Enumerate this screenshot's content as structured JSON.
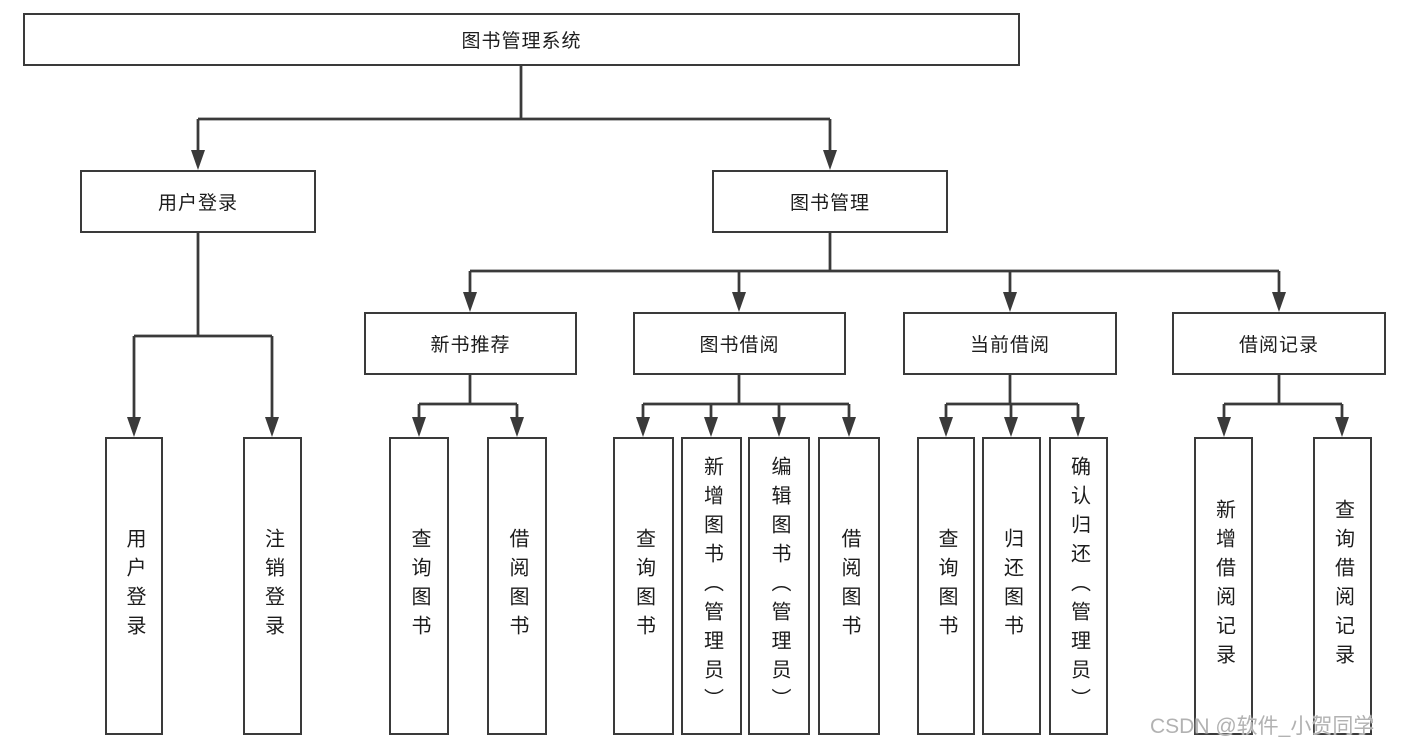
{
  "tree": {
    "label": "图书管理系统",
    "children": [
      {
        "label": "用户登录",
        "children": [
          {
            "label": "用户登录"
          },
          {
            "label": "注销登录"
          }
        ]
      },
      {
        "label": "图书管理",
        "children": [
          {
            "label": "新书推荐",
            "children": [
              {
                "label": "查询图书"
              },
              {
                "label": "借阅图书"
              }
            ]
          },
          {
            "label": "图书借阅",
            "children": [
              {
                "label": "查询图书"
              },
              {
                "label": "新增图书（管理员）"
              },
              {
                "label": "编辑图书（管理员）"
              },
              {
                "label": "借阅图书"
              }
            ]
          },
          {
            "label": "当前借阅",
            "children": [
              {
                "label": "查询图书"
              },
              {
                "label": "归还图书"
              },
              {
                "label": "确认归还（管理员）"
              }
            ]
          },
          {
            "label": "借阅记录",
            "children": [
              {
                "label": "新增借阅记录"
              },
              {
                "label": "查询借阅记录"
              }
            ]
          }
        ]
      }
    ]
  },
  "watermark": {
    "text": "CSDN @软件_小贺同学"
  },
  "colors": {
    "line": "#3a3a3a",
    "box_border": "#3a3a3a",
    "text": "#1c1c1c",
    "background": "#ffffff",
    "watermark": "#b2b2b2"
  }
}
